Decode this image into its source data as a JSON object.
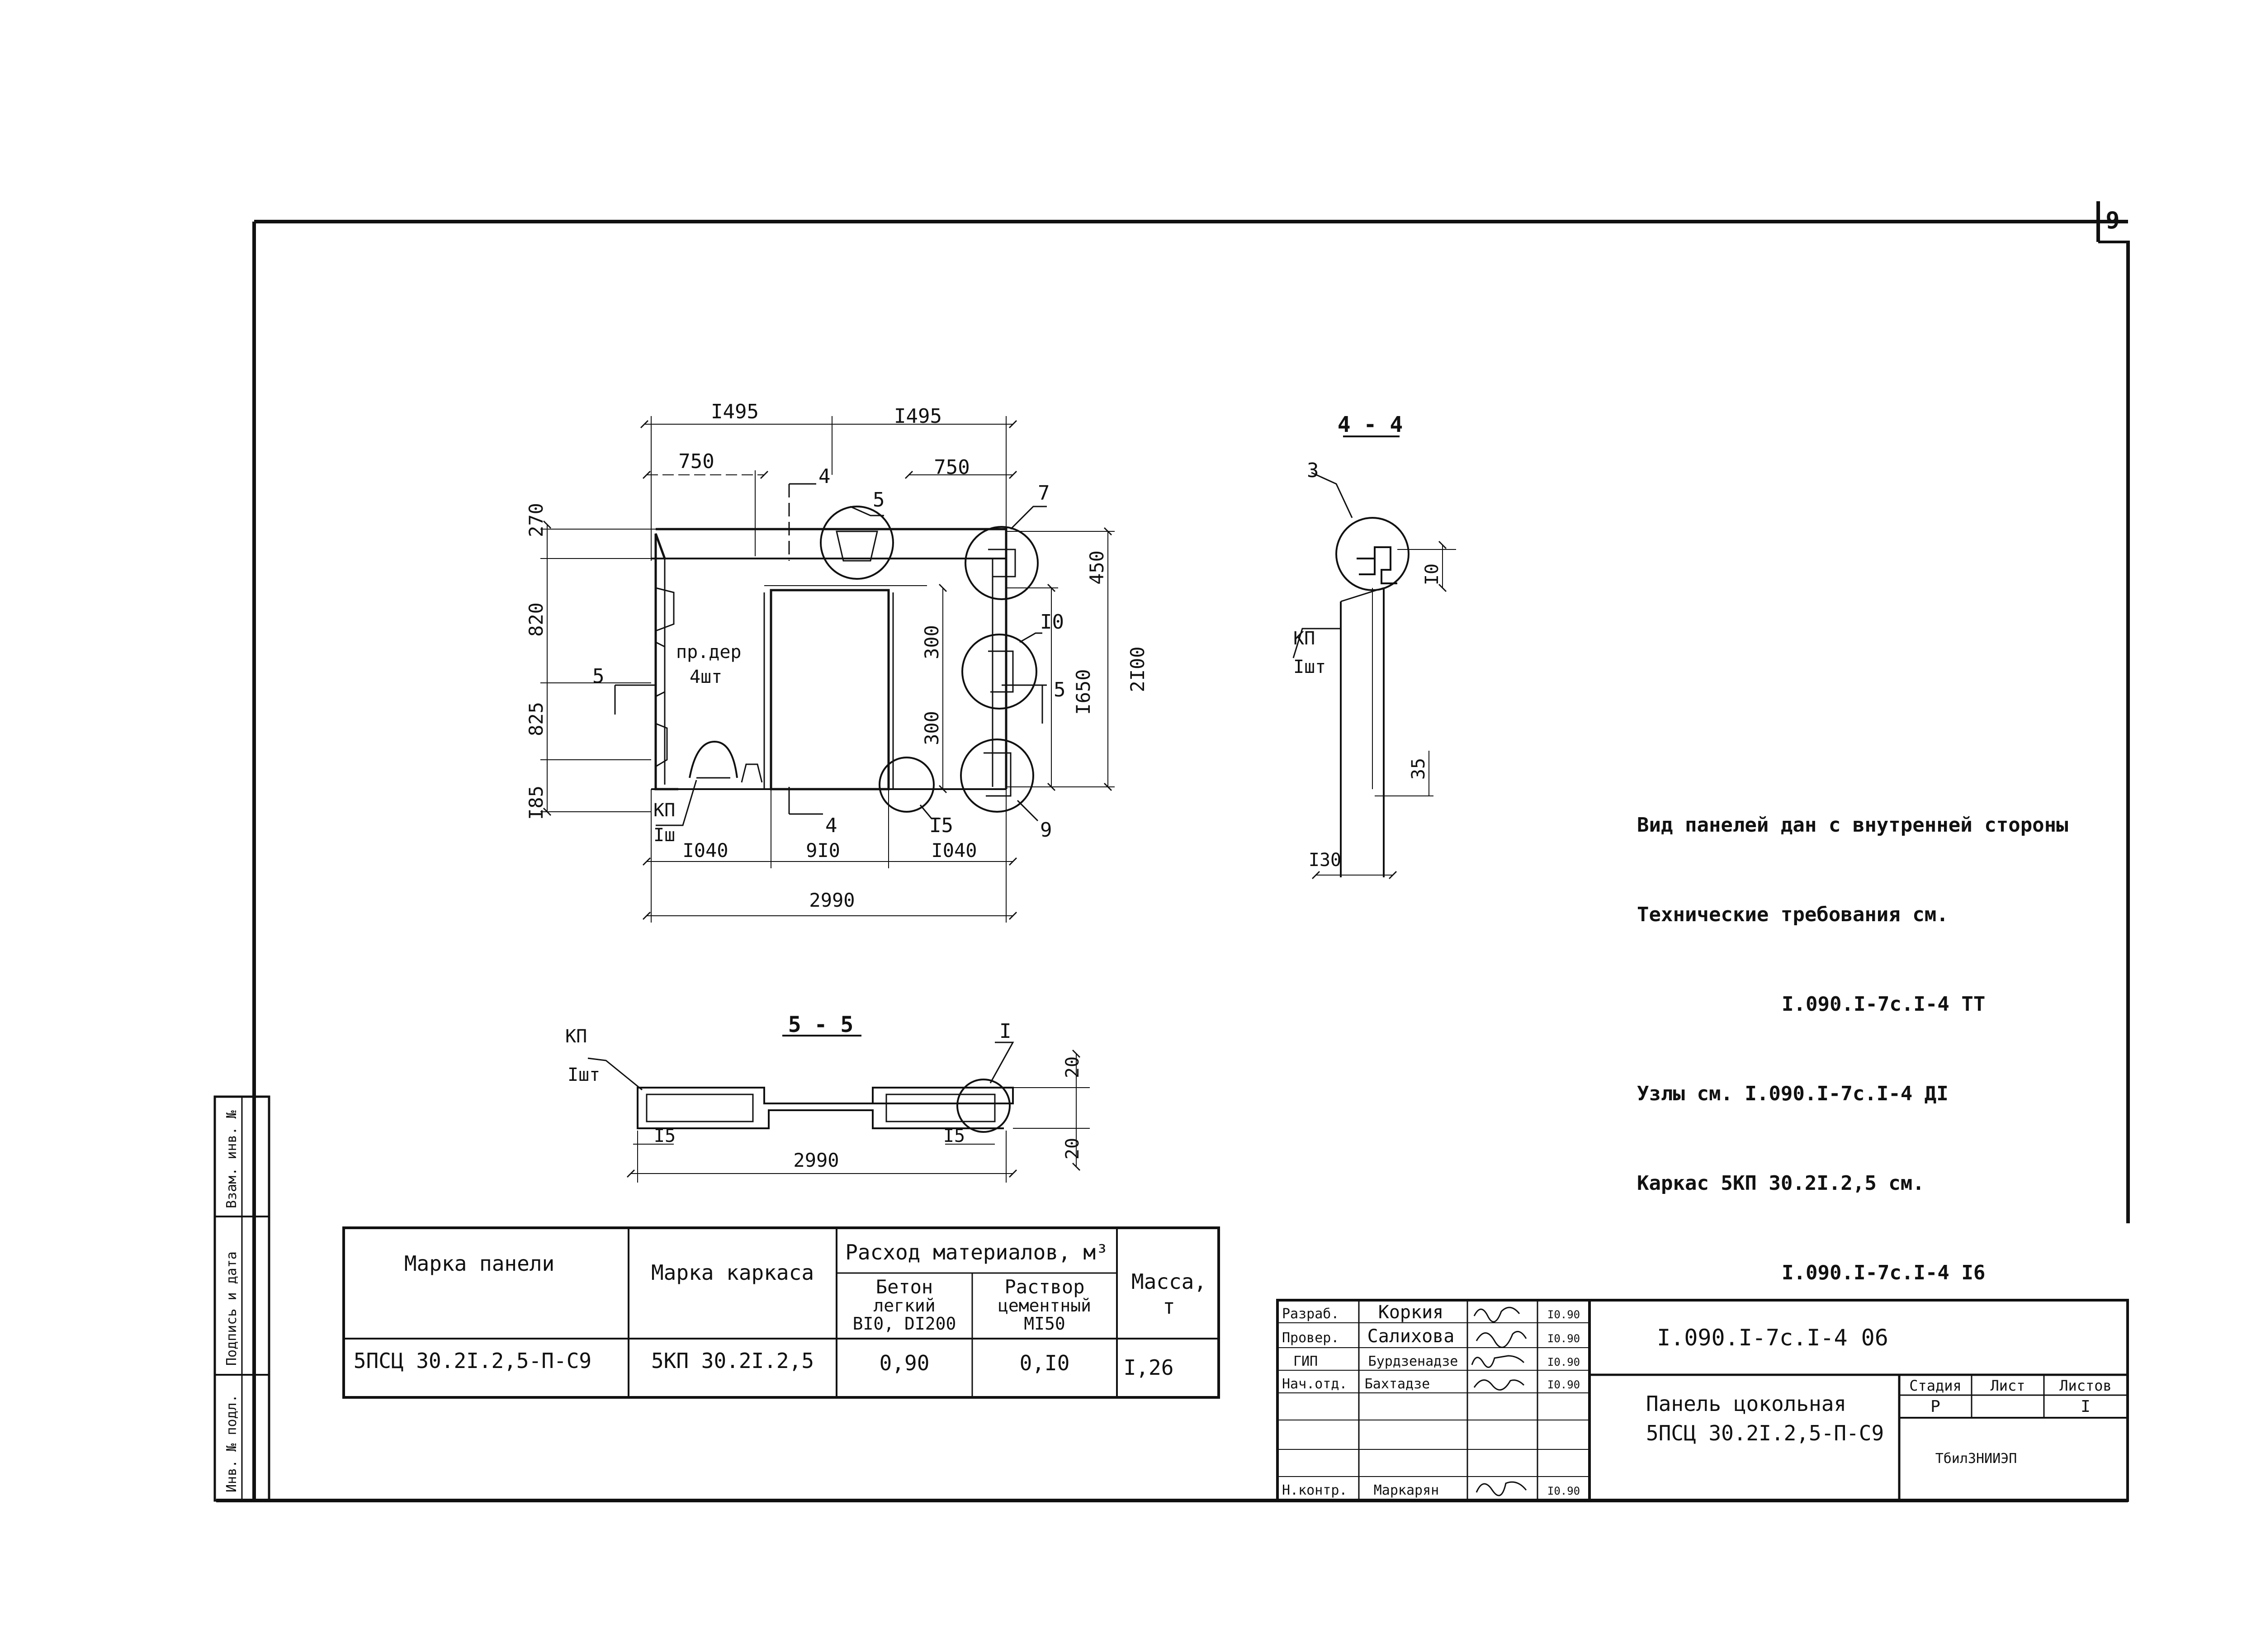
{
  "sheet_number": "9",
  "plan": {
    "dims_top": [
      "I495",
      "I495",
      "750",
      "750"
    ],
    "dims_left": [
      "270",
      "820",
      "825",
      "I85"
    ],
    "dims_right": [
      "450",
      "I650",
      "2I00",
      "300",
      "300"
    ],
    "dims_bottom": [
      "I040",
      "9I0",
      "I040",
      "2990"
    ],
    "callouts": [
      "5",
      "7",
      "I0",
      "I5",
      "9",
      "4",
      "4",
      "5",
      "5"
    ],
    "lifting_label_1": "пр.дер",
    "lifting_label_2": "4шт",
    "kp_label": "КП",
    "kp_qty": "Iш"
  },
  "section44": {
    "title": "4 - 4",
    "callout": "3",
    "kp_label": "КП",
    "kp_qty": "Iшт",
    "dims": [
      "I0",
      "35",
      "I30"
    ]
  },
  "section55": {
    "title": "5 - 5",
    "callout": "I",
    "kp_label": "КП",
    "kp_qty": "Iшт",
    "dims": [
      "I5",
      "I5",
      "2990",
      "20",
      "20"
    ]
  },
  "notes": [
    "Вид панелей дан с внутренней стороны",
    "Технические требования см.",
    "I.090.I-7с.I-4 ТТ",
    "Узлы см. I.090.I-7с.I-4 ДI",
    "Каркас 5КП 30.2I.2,5 см.",
    "I.090.I-7с.I-4 I6"
  ],
  "spec_table": {
    "col_panel": "Марка панели",
    "col_frame": "Марка каркаса",
    "col_materials": "Расход материалов, м³",
    "col_concrete": [
      "Бетон",
      "легкий",
      "BI0, DI200"
    ],
    "col_mortar": [
      "Раствор",
      "цементный",
      "MI50"
    ],
    "col_mass": [
      "Масса,",
      "т"
    ],
    "row": {
      "panel": "5ПСЦ 30.2I.2,5-П-С9",
      "frame": "5КП 30.2I.2,5",
      "concrete": "0,90",
      "mortar": "0,I0",
      "mass": "I,26"
    }
  },
  "side_stamp": [
    "Инв. № подл.",
    "Подпись и дата",
    "Взам. инв. №"
  ],
  "title_block": {
    "doc_code": "I.090.I-7с.I-4 06",
    "title_line1": "Панель цокольная",
    "title_line2": "5ПСЦ 30.2I.2,5-П-С9",
    "roles": [
      "Разраб.",
      "Провер.",
      "ГИП",
      "Нач.отд.",
      "",
      "Н.контр."
    ],
    "names": [
      "Коркия",
      "Салихова",
      "Бурдзенадзе",
      "Бахтадзе",
      "",
      "Маркарян"
    ],
    "dates": [
      "I0.90",
      "I0.90",
      "I0.90",
      "I0.90",
      "",
      "I0.90"
    ],
    "stage_header": "Стадия",
    "sheet_header": "Лист",
    "sheets_header": "Листов",
    "stage": "Р",
    "sheet": "",
    "sheets": "I",
    "org": "ТбилЗНИИЭП"
  }
}
